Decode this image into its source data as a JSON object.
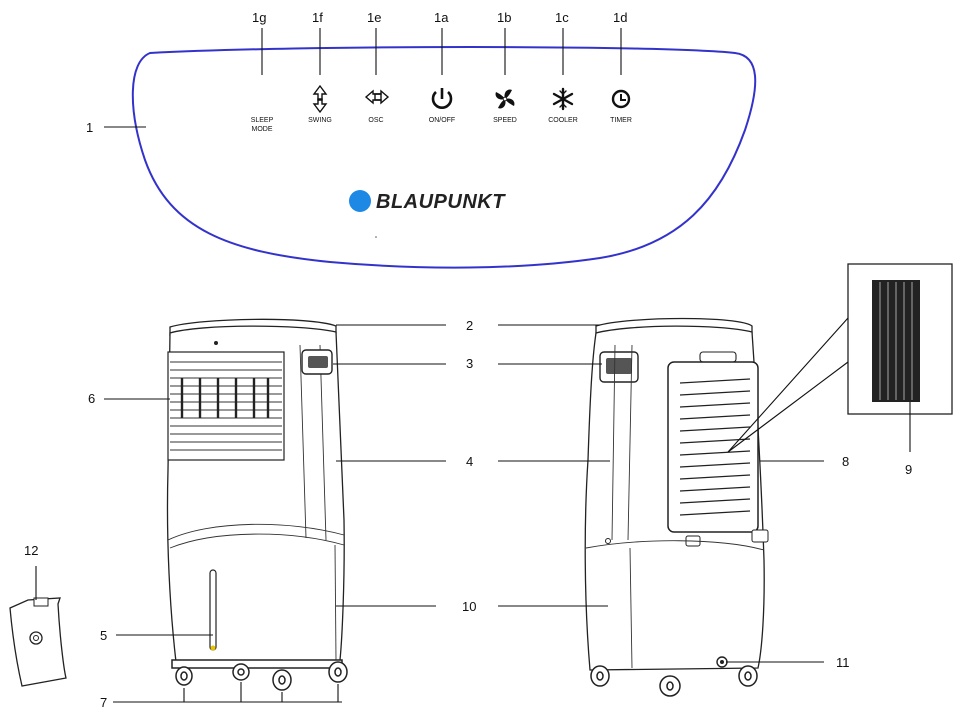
{
  "brand": {
    "name": "BLAUPUNKT",
    "dot_color": "#1e88e5"
  },
  "panel": {
    "outline_color": "#3333cc",
    "buttons": [
      {
        "id": "1g",
        "label_lines": [
          "SLEEP",
          "MODE"
        ],
        "icon": "moon-icon"
      },
      {
        "id": "1f",
        "label_lines": [
          "SWING"
        ],
        "icon": "swing-arrows-icon"
      },
      {
        "id": "1e",
        "label_lines": [
          "OSC"
        ],
        "icon": "oscillate-arrows-icon"
      },
      {
        "id": "1a",
        "label_lines": [
          "ON/OFF"
        ],
        "icon": "power-icon"
      },
      {
        "id": "1b",
        "label_lines": [
          "SPEED"
        ],
        "icon": "fan-icon"
      },
      {
        "id": "1c",
        "label_lines": [
          "COOLER"
        ],
        "icon": "snowflake-icon"
      },
      {
        "id": "1d",
        "label_lines": [
          "TIMER"
        ],
        "icon": "clock-icon"
      }
    ]
  },
  "callouts": {
    "c1": "1",
    "c2": "2",
    "c3": "3",
    "c4": "4",
    "c5": "5",
    "c6": "6",
    "c7": "7",
    "c8": "8",
    "c9": "9",
    "c10": "10",
    "c11": "11",
    "c12": "12"
  }
}
